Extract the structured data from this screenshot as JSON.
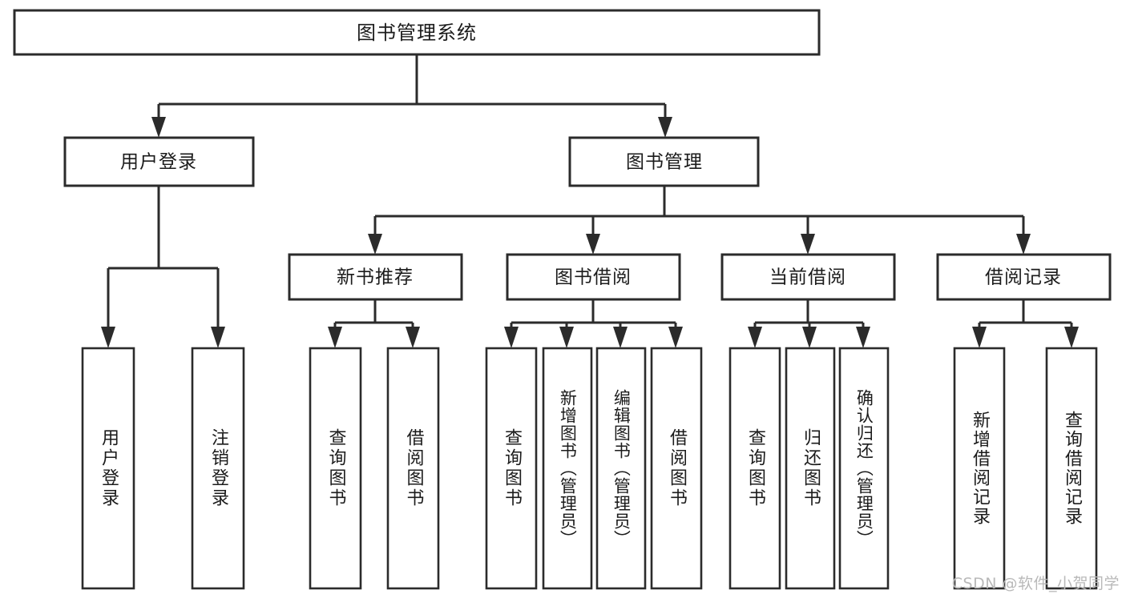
{
  "diagram": {
    "type": "tree",
    "title": "图书管理系统",
    "watermark": "CSDN @软件_小贺同学",
    "colors": {
      "stroke": "#2b2b2b",
      "fill": "#ffffff",
      "text": "#1b1b1b",
      "watermark": "#b9b9b9"
    },
    "root": {
      "label": "图书管理系统"
    },
    "level1": [
      {
        "label": "用户登录"
      },
      {
        "label": "图书管理"
      }
    ],
    "level2": [
      {
        "label": "新书推荐"
      },
      {
        "label": "图书借阅"
      },
      {
        "label": "当前借阅"
      },
      {
        "label": "借阅记录"
      }
    ],
    "leaves": {
      "user_login": [
        {
          "label": "用户登录"
        },
        {
          "label": "注销登录"
        }
      ],
      "new_book_recommend": [
        {
          "label": "查询图书"
        },
        {
          "label": "借阅图书"
        }
      ],
      "book_borrow": [
        {
          "label": "查询图书"
        },
        {
          "label": "新增图书（管理员）"
        },
        {
          "label": "编辑图书（管理员）"
        },
        {
          "label": "借阅图书"
        }
      ],
      "current_borrow": [
        {
          "label": "查询图书"
        },
        {
          "label": "归还图书"
        },
        {
          "label": "确认归还（管理员）"
        }
      ],
      "borrow_records": [
        {
          "label": "新增借阅记录"
        },
        {
          "label": "查询借阅记录"
        }
      ]
    }
  }
}
